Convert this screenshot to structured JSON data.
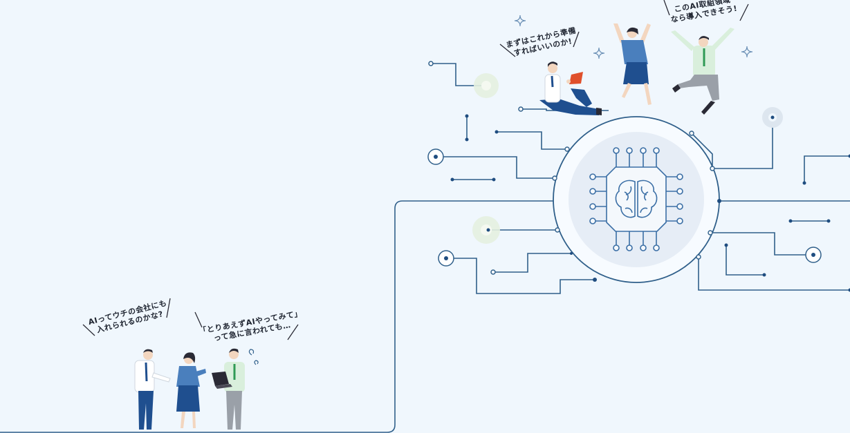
{
  "colors": {
    "background": "#f0f7fd",
    "circuit_line": "#2f5f8a",
    "node_dark": "#1f4d80",
    "core_fill": "#e6edf6",
    "chip_stroke": "#3a6ea5",
    "shirt_navy": "#1f4f8f",
    "shirt_blue": "#4a7fbd",
    "shirt_mint": "#d9efdc",
    "tie_green": "#2f9a55",
    "skin": "#f3d6bf",
    "hair": "#2a2a35",
    "book_red": "#e0502c",
    "pants_gray": "#9aa0a8"
  },
  "bubbles": {
    "woman_sitting": {
      "line1": "まずはこれから準備",
      "line2": "すればいいのか!"
    },
    "man_jumping": {
      "line1": "このAI取組領域",
      "line2": "なら導入できそう!"
    },
    "man_left_bottom": {
      "line1": "AIってウチの会社にも",
      "line2": "入れられるのかな?"
    },
    "man_right_bottom": {
      "line1": "「とりあえずAIやってみて」",
      "line2": "って急に言われても…"
    }
  },
  "icons": {
    "core": "brain-chip-icon",
    "sparkle": "sparkle-icon",
    "laptop": "laptop-icon",
    "worry": "worry-swirl-icon"
  }
}
